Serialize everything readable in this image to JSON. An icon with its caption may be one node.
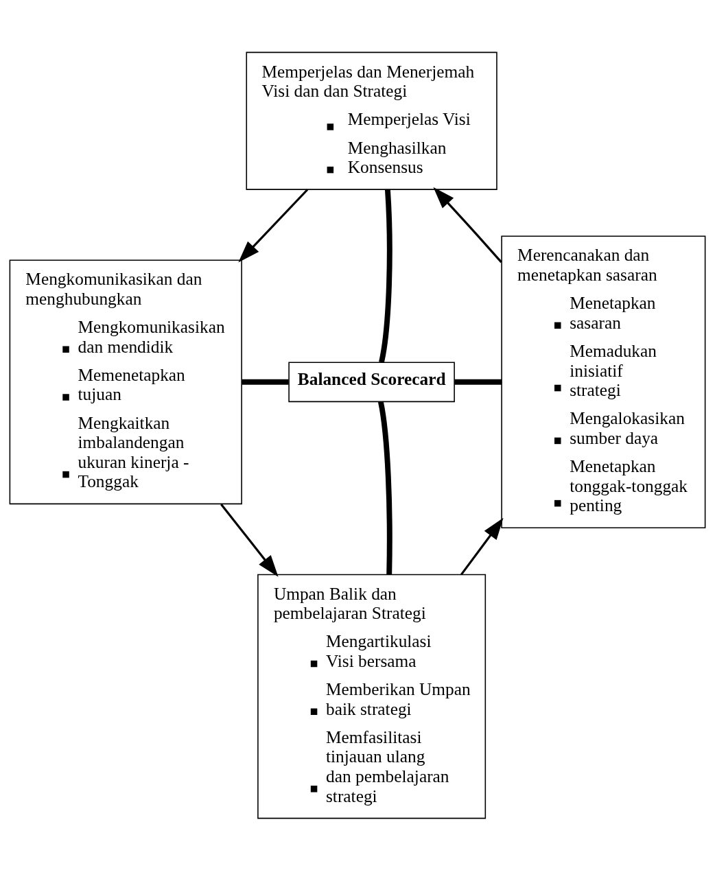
{
  "diagram": {
    "nodes": [
      {
        "text": [
          "Memperjelas dan Menerjemah Visi dan dan Strategi",
          "Memperjelas Visi",
          "Menghasilkan Konsensus"
        ]
      },
      {
        "text": [
          "Mengkomunikasikan dan menghubungkan",
          "Mengkomunikasikan dan mendidik",
          "Memenetapkan tujuan",
          "Mengkaitkan imbalandengan ukuran kinerja - Tonggak"
        ]
      },
      {
        "text": [
          "Balanced Scorecard"
        ]
      },
      {
        "text": [
          "Merencanakan dan menetapkan sasaran",
          "Menetapkan sasaran",
          "Memadukan inisiatif strategi",
          "Mengalokasikan sumber daya",
          "Menetapkan tonggak-tonggak penting"
        ]
      },
      {
        "text": [
          "Umpan Balik dan pembelajaran Strategi",
          "Mengartikulasi Visi bersama",
          "Memberikan Umpan baik strategi",
          "Memfasilitasi tinjauan ulang dan pembelajaran strategi"
        ]
      }
    ],
    "edges": [
      {
        "from": 2,
        "to": 0,
        "arrow": "none",
        "style": "thick"
      },
      {
        "from": 1,
        "to": 2,
        "arrow": "none",
        "style": "thick"
      },
      {
        "from": 2,
        "to": 3,
        "arrow": "none",
        "style": "thick"
      },
      {
        "from": 2,
        "to": 4,
        "arrow": "none",
        "style": "thick"
      },
      {
        "from": 0,
        "to": 1,
        "arrow": "to"
      },
      {
        "from": 3,
        "to": 0,
        "arrow": "to"
      },
      {
        "from": 1,
        "to": 4,
        "arrow": "to"
      },
      {
        "from": 4,
        "to": 3,
        "arrow": "to"
      }
    ]
  }
}
